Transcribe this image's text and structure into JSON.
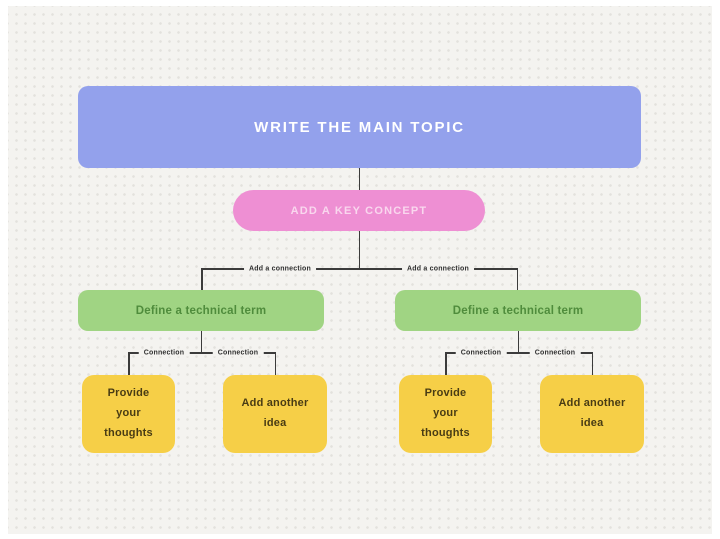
{
  "canvas": {
    "background": "#f4f3f0",
    "dot_color": "#e3e1dd",
    "frame_color": "#ffffff"
  },
  "colors": {
    "main_topic_fill": "#93a1ec",
    "main_topic_text": "#ffffff",
    "key_concept_fill": "#ee8fd3",
    "key_concept_text": "#f9d7ee",
    "term_fill": "#a0d483",
    "term_text": "#4f8c3c",
    "idea_fill": "#f6cf47",
    "idea_text": "#493c14",
    "connector_line": "#3b3b3b"
  },
  "diagram": {
    "main_topic": {
      "label": "WRITE THE MAIN TOPIC"
    },
    "key_concept": {
      "label": "ADD A KEY CONCEPT"
    },
    "connector_labels": {
      "level1": "Add a connection",
      "level2": "Connection"
    },
    "branches": [
      {
        "term": "Define a technical term",
        "children": [
          "Provide your thoughts",
          "Add another idea"
        ]
      },
      {
        "term": "Define a technical term",
        "children": [
          "Provide your thoughts",
          "Add another idea"
        ]
      }
    ]
  }
}
